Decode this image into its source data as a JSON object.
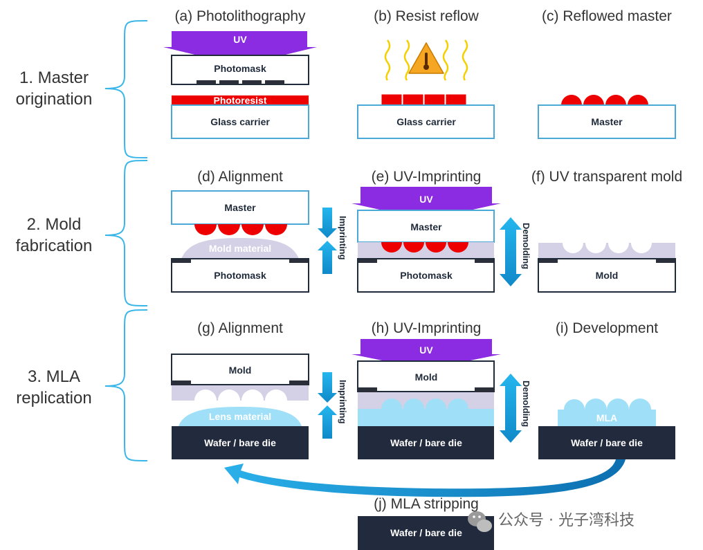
{
  "steps": {
    "master_1": "1. Master",
    "master_2": "origination",
    "mold_1": "2. Mold",
    "mold_2": "fabrication",
    "mla_1": "3. MLA",
    "mla_2": "replication"
  },
  "panels": {
    "a": "(a) Photolithography",
    "b": "(b) Resist reflow",
    "c": "(c) Reflowed master",
    "d": "(d) Alignment",
    "e": "(e) UV-Imprinting",
    "f": "(f) UV transparent mold",
    "g": "(g) Alignment",
    "h": "(h) UV-Imprinting",
    "i": "(i) Development",
    "j": "(j) MLA stripping"
  },
  "labels": {
    "uv": "UV",
    "photomask": "Photomask",
    "photoresist": "Photoresist",
    "glass_carrier": "Glass carrier",
    "master": "Master",
    "mold_material": "Mold material",
    "mold": "Mold",
    "lens_material": "Lens material",
    "wafer": "Wafer / bare die",
    "mla": "MLA",
    "imprinting": "Imprinting",
    "demolding": "Demolding"
  },
  "watermark": "公众号 · 光子湾科技",
  "colors": {
    "uv_purple": "#8b2be2",
    "resist_red": "#ee0000",
    "frame_blue": "#4aa8d8",
    "bracket_blue": "#39b6e8",
    "arrow_blue": "#1aa7e0",
    "mold_lilac": "#d4d0e6",
    "lens_cyan": "#9fe0f8",
    "wafer_navy": "#222a3d",
    "mask_dark": "#2a2f3a"
  },
  "icons": [
    "warning-heat-icon",
    "heat-wave-icon",
    "wechat-icon"
  ]
}
